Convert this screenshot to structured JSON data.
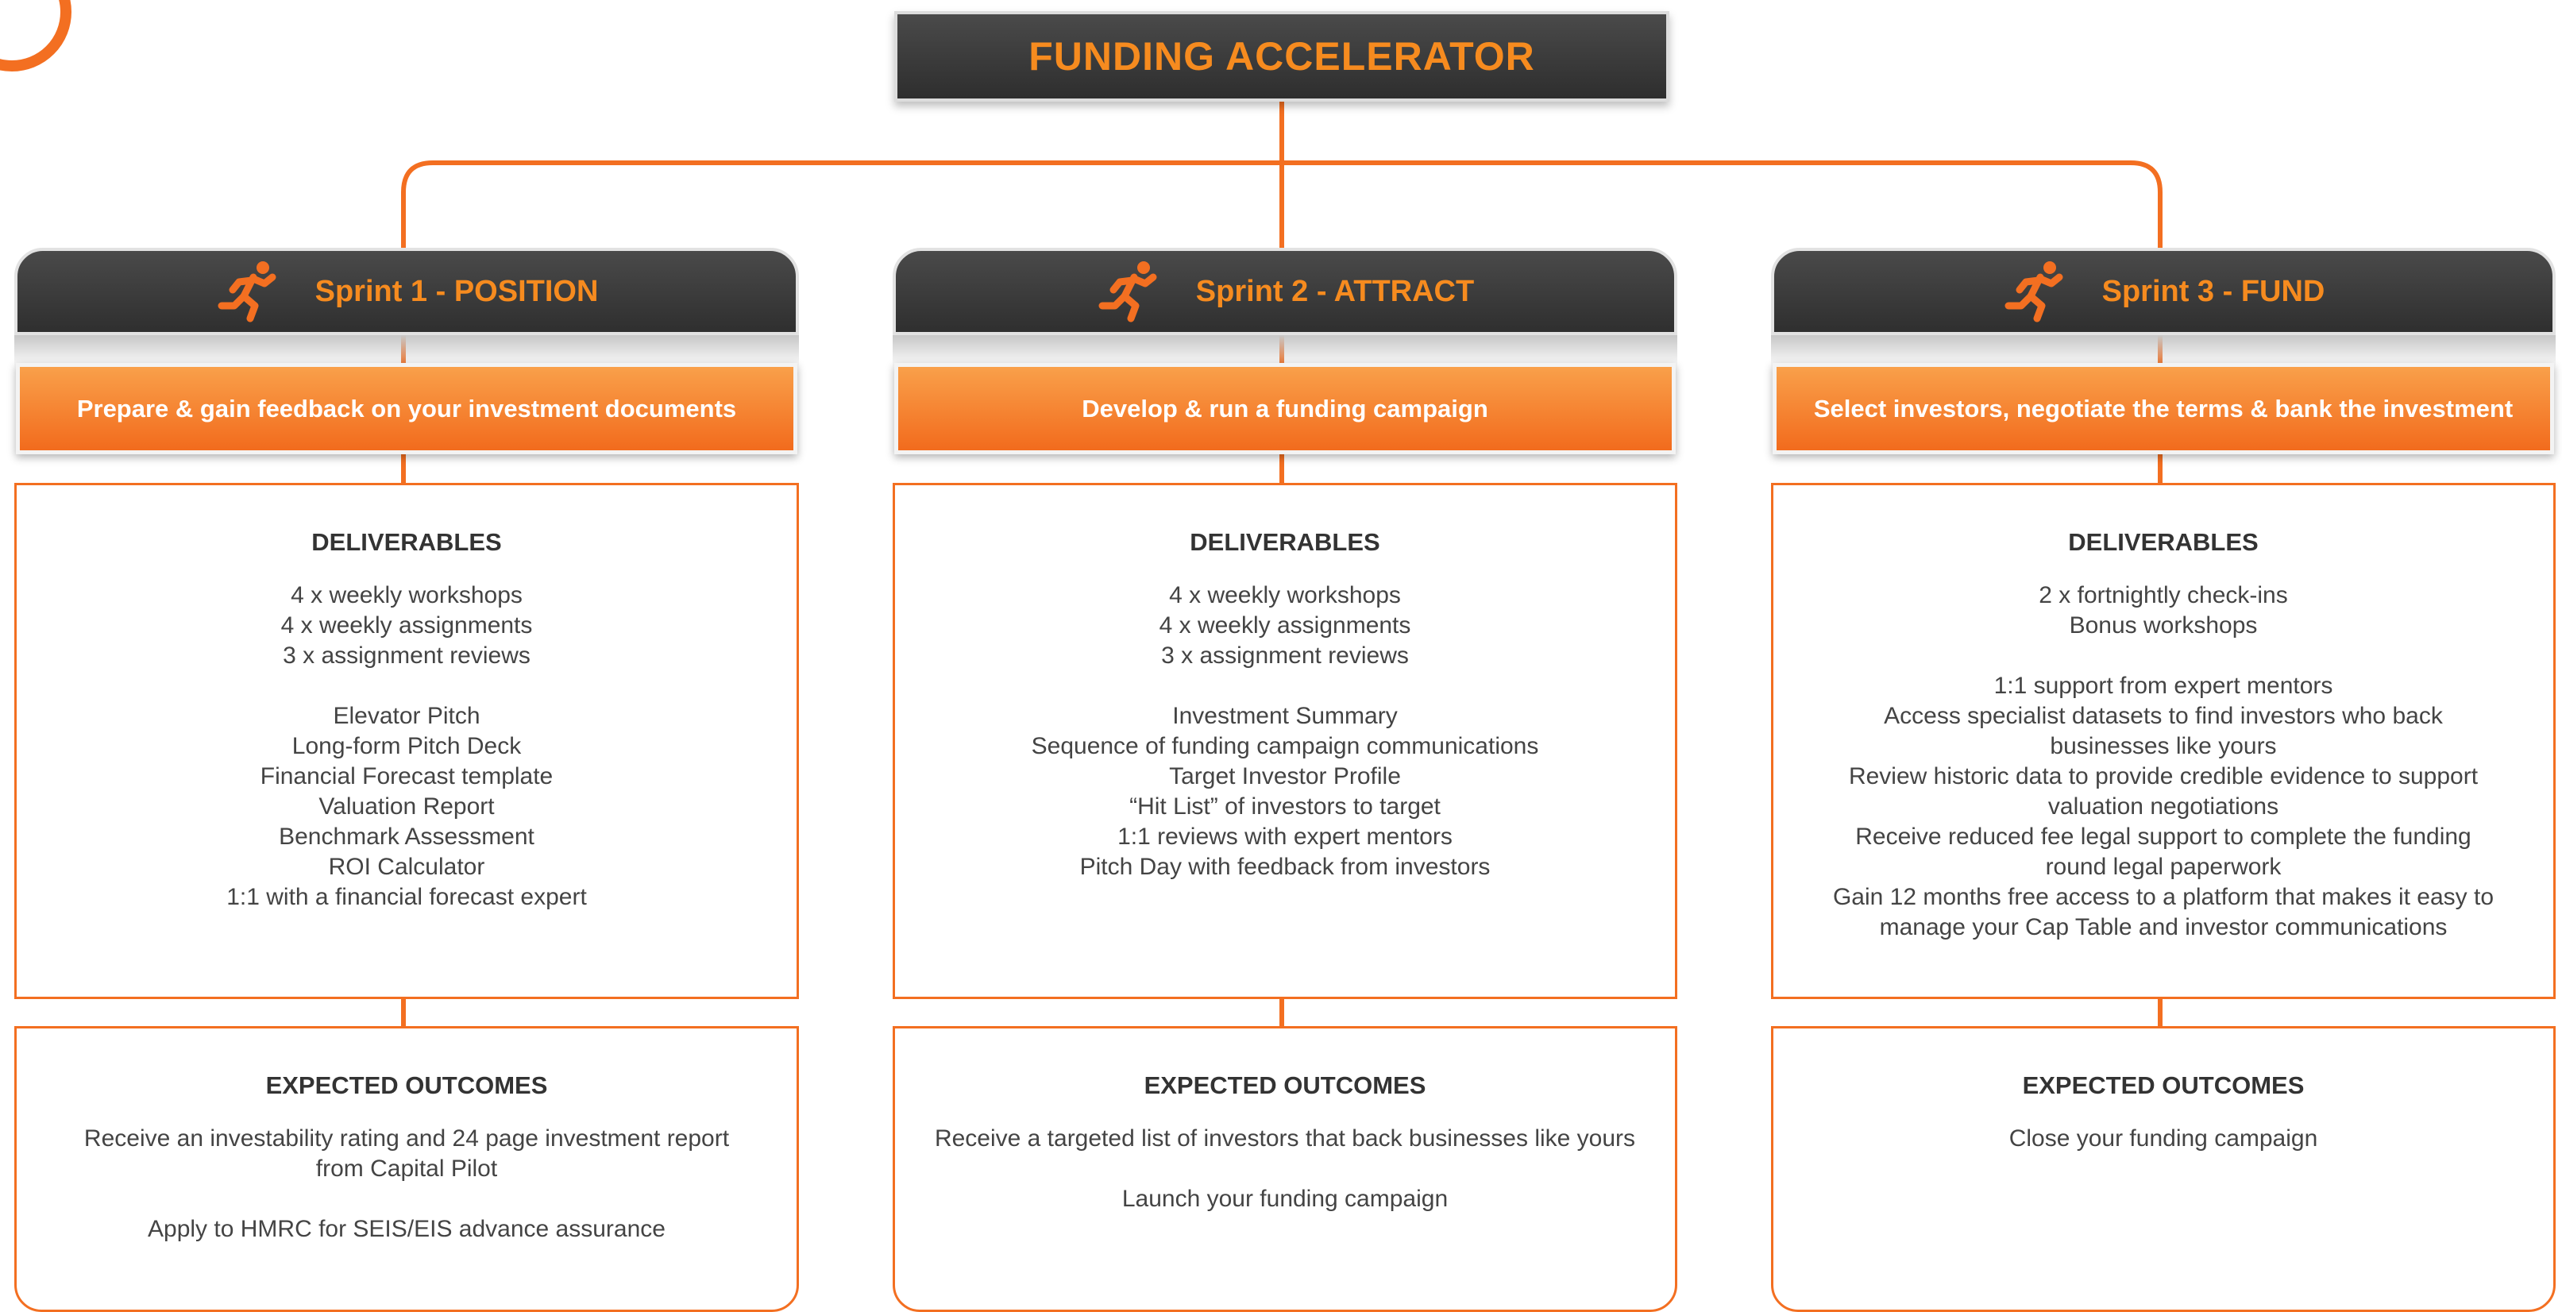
{
  "title": "FUNDING ACCELERATOR",
  "colors": {
    "accent": "#f36f21",
    "header_bg": "#3a3a3a",
    "title_text": "#f68b1f",
    "body_text": "#444444"
  },
  "sprints": [
    {
      "title": "Sprint 1 - POSITION",
      "icon": "runner-icon",
      "goal": "Prepare & gain feedback on your investment documents",
      "deliverables_heading": "DELIVERABLES",
      "deliverables": [
        "4 x weekly workshops",
        "4 x weekly assignments",
        "3 x assignment reviews",
        "",
        "Elevator Pitch",
        "Long-form Pitch Deck",
        "Financial Forecast template",
        "Valuation Report",
        "Benchmark Assessment",
        "ROI Calculator",
        "1:1 with a financial forecast expert"
      ],
      "outcomes_heading": "EXPECTED OUTCOMES",
      "outcomes": [
        "Receive an investability rating and 24 page investment report",
        "from Capital Pilot",
        "",
        "Apply to HMRC for SEIS/EIS advance assurance"
      ]
    },
    {
      "title": "Sprint 2 - ATTRACT",
      "icon": "runner-icon",
      "goal": "Develop & run a funding campaign",
      "deliverables_heading": "DELIVERABLES",
      "deliverables": [
        "4 x weekly workshops",
        "4 x weekly assignments",
        "3 x assignment reviews",
        "",
        "Investment Summary",
        "Sequence of funding campaign communications",
        "Target Investor Profile",
        "“Hit List” of investors to target",
        "1:1 reviews with expert mentors",
        "Pitch Day with feedback from investors"
      ],
      "outcomes_heading": "EXPECTED OUTCOMES",
      "outcomes": [
        "Receive a targeted list of investors that back businesses like yours",
        "",
        "Launch your funding campaign"
      ]
    },
    {
      "title": "Sprint 3 - FUND",
      "icon": "runner-icon",
      "goal": "Select investors, negotiate the terms & bank the investment",
      "deliverables_heading": "DELIVERABLES",
      "deliverables": [
        "2 x fortnightly check-ins",
        "Bonus workshops",
        "",
        "1:1 support from expert mentors",
        "Access specialist datasets to find investors who back",
        "businesses like yours",
        "Review historic data to provide credible evidence to support",
        "valuation negotiations",
        "Receive reduced fee legal support to complete the funding",
        "round legal paperwork",
        "Gain 12 months free access to a platform that makes it easy to",
        "manage your Cap Table and investor communications"
      ],
      "outcomes_heading": "EXPECTED OUTCOMES",
      "outcomes": [
        "Close your funding campaign"
      ]
    }
  ]
}
